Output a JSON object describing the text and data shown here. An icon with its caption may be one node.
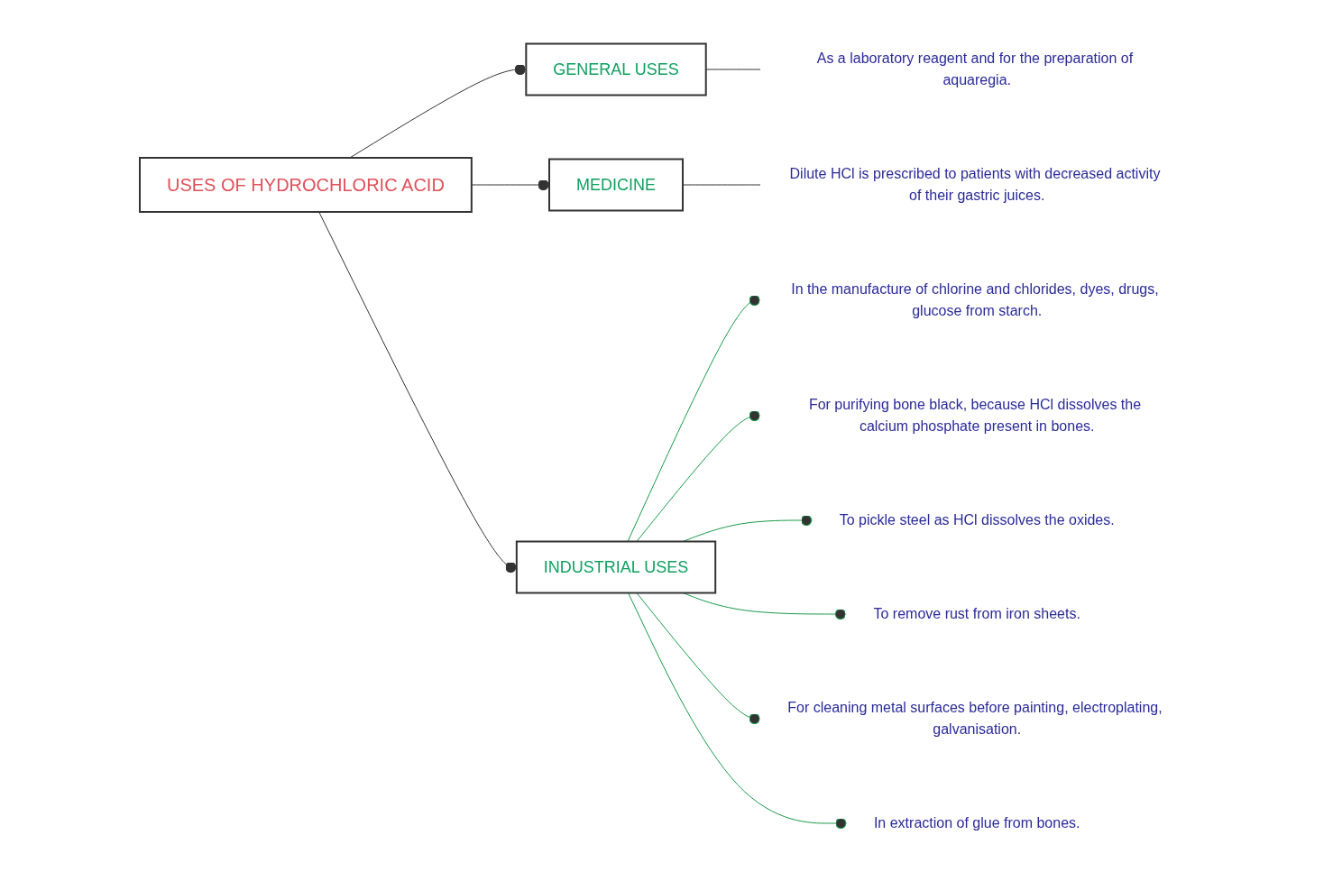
{
  "diagram": {
    "nodes": [
      {
        "text": [
          "USES OF HYDROCHLORIC ACID"
        ]
      },
      {
        "text": [
          "GENERAL USES"
        ]
      },
      {
        "text": [
          "MEDICINE"
        ]
      },
      {
        "text": [
          "INDUSTRIAL USES"
        ]
      },
      {
        "text": [
          "As a laboratory reagent and for the preparation of aquaregia."
        ]
      },
      {
        "text": [
          "Dilute HCl is prescribed to patients with decreased activity of their gastric juices."
        ]
      },
      {
        "text": [
          "In the manufacture of chlorine and chlorides, dyes, drugs, glucose from starch."
        ]
      },
      {
        "text": [
          "For purifying bone black, because HCl dissolves the calcium phosphate present in bones."
        ]
      },
      {
        "text": [
          "To pickle steel as HCl dissolves the oxides."
        ]
      },
      {
        "text": [
          "To remove rust from iron sheets."
        ]
      },
      {
        "text": [
          "For cleaning metal surfaces before painting, electroplating, galvanisation."
        ]
      },
      {
        "text": [
          "In extraction of glue from bones."
        ]
      }
    ],
    "edges": [
      {
        "from": 0,
        "to": 1,
        "arrow": "other",
        "color": "#333333"
      },
      {
        "from": 0,
        "to": 2,
        "arrow": "other",
        "color": "#333333"
      },
      {
        "from": 0,
        "to": 3,
        "arrow": "other",
        "color": "#333333"
      },
      {
        "from": 1,
        "to": 4,
        "arrow": "none",
        "color": "#333333"
      },
      {
        "from": 2,
        "to": 5,
        "arrow": "none",
        "color": "#333333"
      },
      {
        "from": 3,
        "to": 6,
        "arrow": "other",
        "color": "#1a9a4a"
      },
      {
        "from": 3,
        "to": 7,
        "arrow": "other",
        "color": "#1a9a4a"
      },
      {
        "from": 3,
        "to": 8,
        "arrow": "other",
        "color": "#1a9a4a"
      },
      {
        "from": 3,
        "to": 9,
        "arrow": "other",
        "color": "#1a9a4a"
      },
      {
        "from": 3,
        "to": 10,
        "arrow": "other",
        "color": "#1a9a4a"
      },
      {
        "from": 3,
        "to": 11,
        "arrow": "other",
        "color": "#1a9a4a"
      }
    ]
  }
}
